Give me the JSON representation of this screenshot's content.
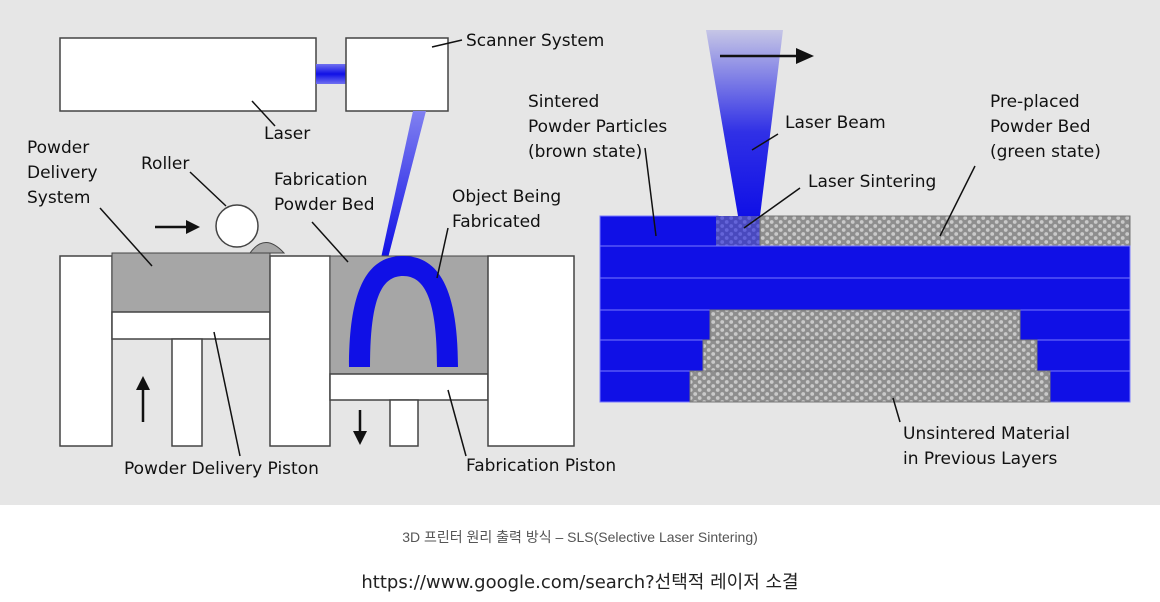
{
  "diagram": {
    "labels": {
      "scanner_system": "Scanner System",
      "laser": "Laser",
      "powder_delivery_system": [
        "Powder",
        "Delivery",
        "System"
      ],
      "roller": "Roller",
      "fabrication_powder_bed": [
        "Fabrication",
        "Powder Bed"
      ],
      "object_being_fabricated": [
        "Object Being",
        "Fabricated"
      ],
      "powder_delivery_piston": "Powder Delivery Piston",
      "fabrication_piston": "Fabrication Piston",
      "sintered_powder_particles": [
        "Sintered",
        "Powder Particles",
        "(brown state)"
      ],
      "laser_beam": "Laser Beam",
      "laser_sintering": "Laser Sintering",
      "pre_placed_powder_bed": [
        "Pre-placed",
        "Powder Bed",
        "(green state)"
      ],
      "unsintered_material": [
        "Unsintered Material",
        "in Previous Layers"
      ]
    },
    "colors": {
      "background": "#e6e6e6",
      "laser_blue": "#1010e6",
      "powder_gray": "#a6a6a6",
      "white_parts": "#ffffff",
      "outline": "#444444"
    }
  },
  "caption": "3D 프린터 원리 출력 방식 – SLS(Selective Laser Sintering)",
  "source_url": "https://www.google.com/search?선택적 레이저 소결"
}
